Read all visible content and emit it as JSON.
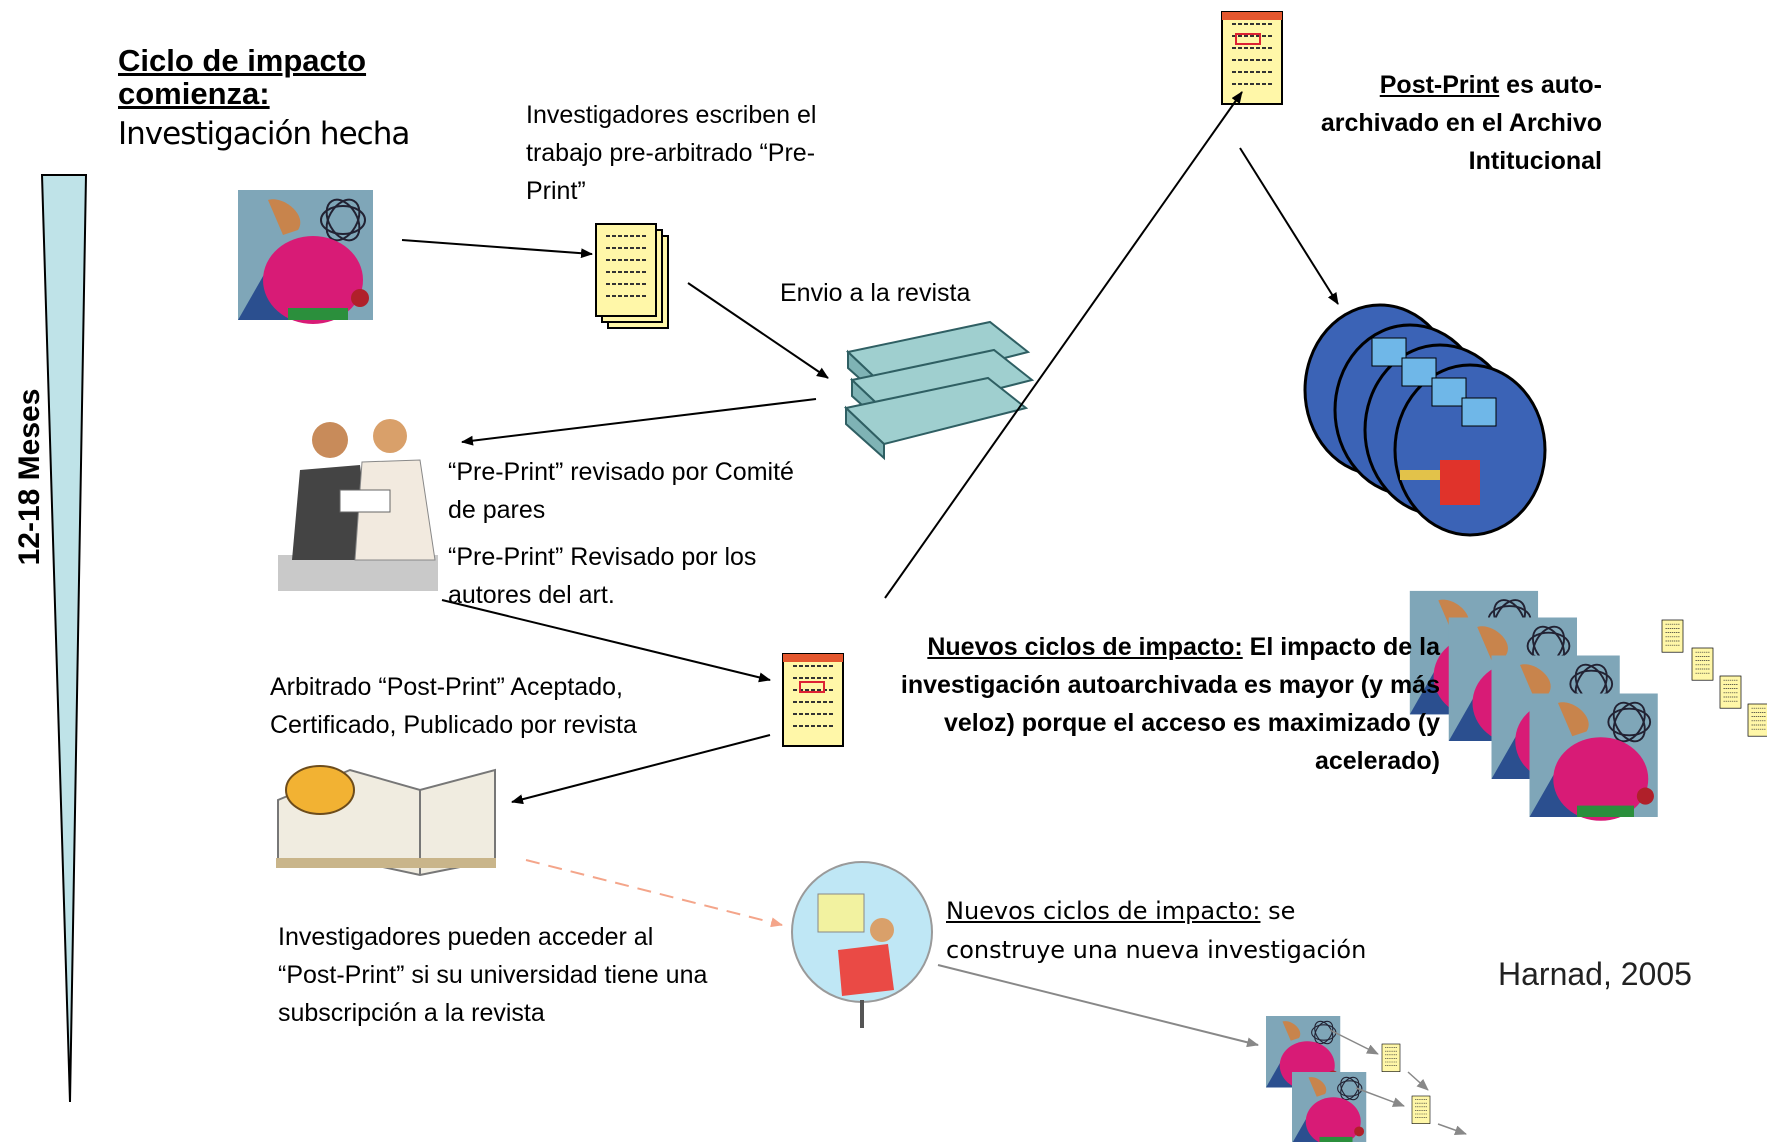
{
  "title": {
    "heading": "Ciclo de impacto comienza:",
    "subheading": "Investigación hecha"
  },
  "timeline": {
    "label": "12-18 Meses"
  },
  "steps": {
    "write": "Investigadores escriben el trabajo pre-arbitrado “Pre-Print”",
    "submit": "Envio a la revista",
    "review1": "“Pre-Print” revisado por Comité de pares",
    "review2": "“Pre-Print” Revisado por los autores del art.",
    "accepted": "Arbitrado “Post-Print” Aceptado, Certificado, Publicado por revista",
    "access": "Investigadores pueden acceder al “Post-Print” si su universidad tiene una subscripción a la revista"
  },
  "archive": {
    "term": "Post-Print",
    "text": " es auto- archivado en el Archivo Intitucional"
  },
  "new_cycles_oa": {
    "term": "Nuevos ciclos de impacto:",
    "text": " El impacto de la investigación autoarchivada es mayor (y más veloz) porque el acceso es maximizado (y acelerado)"
  },
  "new_cycles_research": {
    "term": "Nuevos ciclos de impacto:",
    "text": " se construye una nueva investigación"
  },
  "citation": "Harnad, 2005",
  "colors": {
    "timeline_fill": "#bfe3e8",
    "dashed_arrow": "#f4a58a",
    "doc_yellow": "#fff7a8",
    "researcher_magenta": "#d81b76",
    "journal_teal": "#9fcfcf"
  }
}
